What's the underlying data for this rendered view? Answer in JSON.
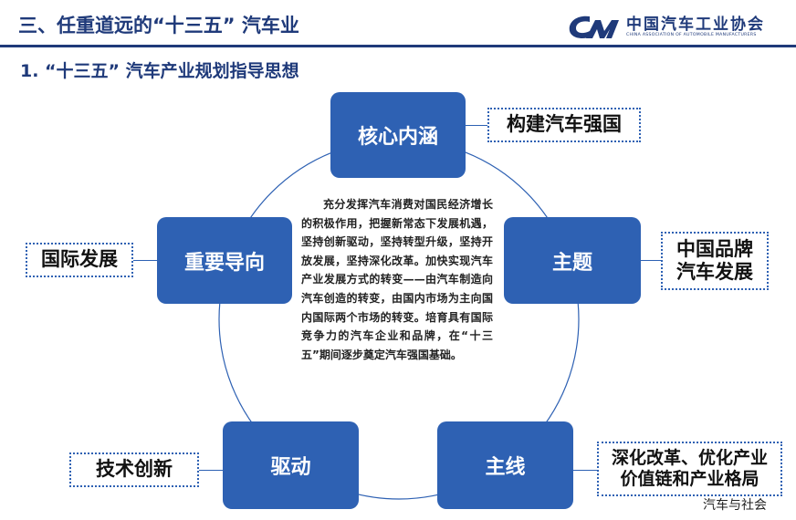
{
  "header": {
    "title": "三、任重道远的“十三五” 汽车业",
    "logo": {
      "name_cn": "中国汽车工业协会",
      "name_en": "CHINA ASSOCIATION OF AUTOMOBILE MANUFACTURERS",
      "brand_color": "#1f3a7a"
    }
  },
  "subtitle": "1. “十三五” 汽车产业规划指导思想",
  "diagram": {
    "node_color": "#2e61b3",
    "nodes": {
      "core": "核心内涵",
      "theme": "主题",
      "mainline": "主线",
      "driver": "驱动",
      "orientation": "重要导向"
    },
    "tags": {
      "core": "构建汽车强国",
      "theme": [
        "中国品牌",
        "汽车发展"
      ],
      "mainline": [
        "深化改革、优化产业",
        "价值链和产业格局"
      ],
      "driver": "技术创新",
      "orientation": "国际发展"
    },
    "center_text": "充分发挥汽车消费对国民经济增长的积极作用，把握新常态下发展机遇，坚持创新驱动，坚持转型升级，坚持开放发展，坚持深化改革。加快实现汽车产业发展方式的转变——由汽车制造向汽车创造的转变，由国内市场为主向国内国际两个市场的转变。培育具有国际竞争力的汽车企业和品牌，在“十三五”期间逐步奠定汽车强国基础。"
  },
  "footer": {
    "note": "汽车与社会"
  }
}
